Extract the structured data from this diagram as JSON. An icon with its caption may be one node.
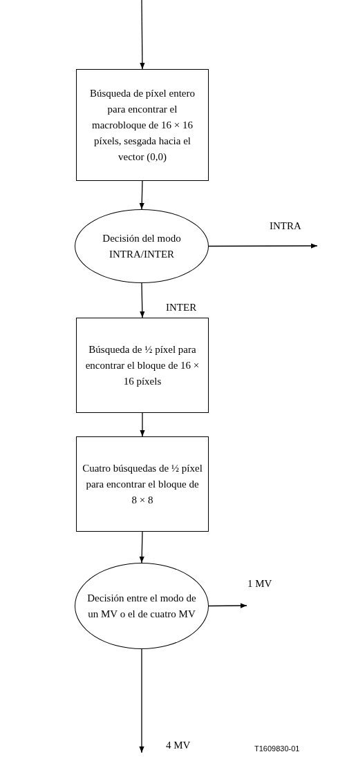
{
  "diagram": {
    "nodes": [
      {
        "text": [
          "Búsqueda de píxel entero para encontrar el macrobloque de 16 × 16 píxels, sesgada hacia el vector (0,0)"
        ]
      },
      {
        "text": [
          "Decisión del modo INTRA/INTER"
        ]
      },
      {
        "text": [
          "Búsqueda de ½ píxel para encontrar el bloque de 16 × 16 píxels"
        ]
      },
      {
        "text": [
          "Cuatro búsquedas de ½ píxel para encontrar el bloque de 8 × 8"
        ]
      },
      {
        "text": [
          "Decisión entre el modo de un MV o el de cuatro MV"
        ]
      }
    ],
    "edges": [
      {
        "from": null,
        "to": 0,
        "arrow": "to"
      },
      {
        "from": 0,
        "to": 1,
        "arrow": "to"
      },
      {
        "from": 1,
        "to": null,
        "arrow": "to",
        "label": "INTRA"
      },
      {
        "from": 1,
        "to": 2,
        "arrow": "to",
        "label": "INTER"
      },
      {
        "from": 2,
        "to": 3,
        "arrow": "to"
      },
      {
        "from": 3,
        "to": 4,
        "arrow": "to"
      },
      {
        "from": 4,
        "to": null,
        "arrow": "to",
        "label": "1 MV"
      },
      {
        "from": 4,
        "to": null,
        "arrow": "to",
        "label": "4 MV"
      }
    ],
    "labels": [
      "T1609830-01"
    ]
  }
}
